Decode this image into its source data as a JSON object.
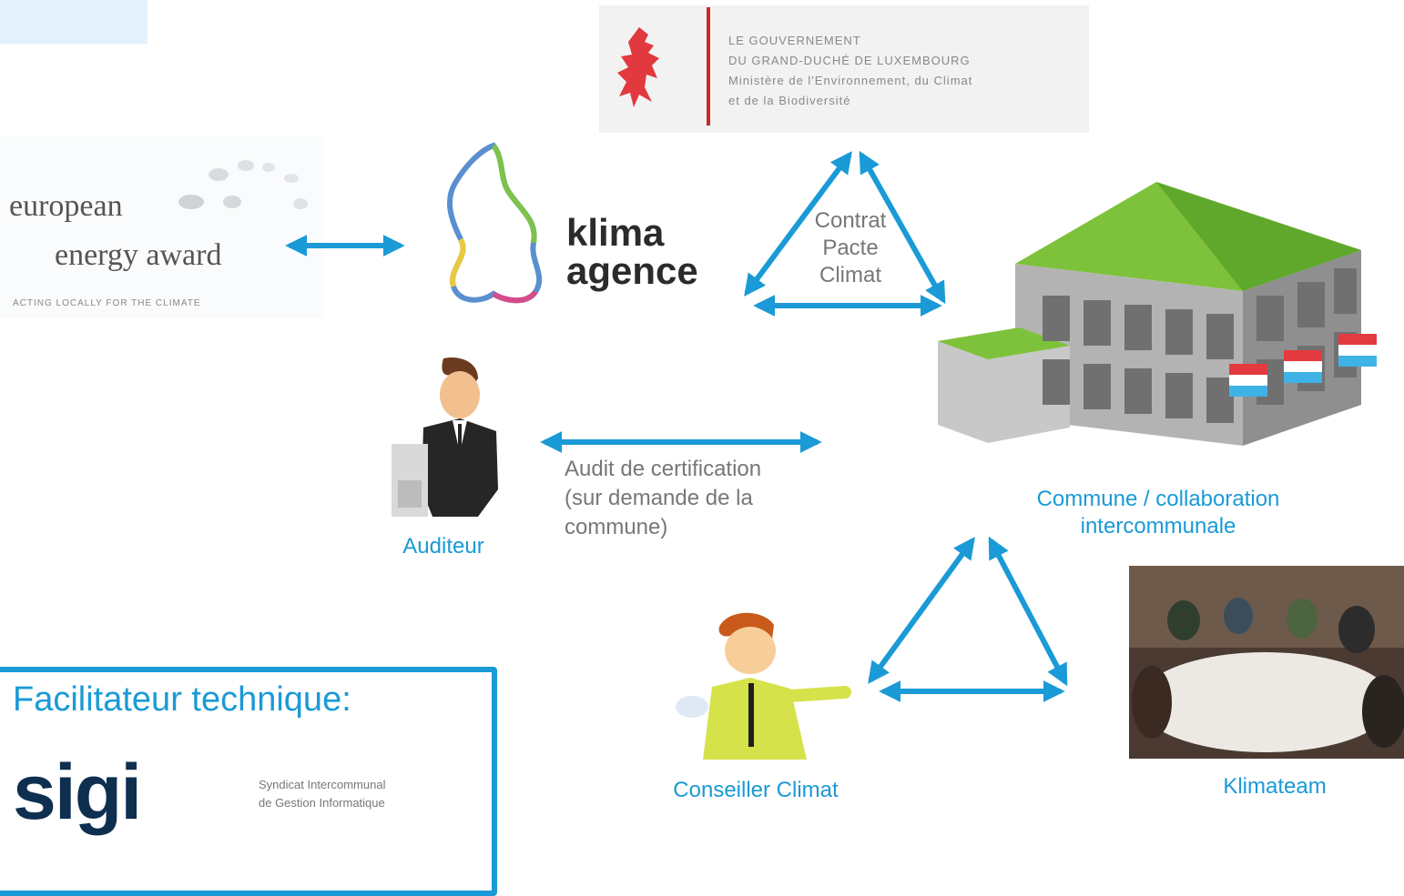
{
  "logos": {
    "eea": {
      "line1": "european",
      "line2": "energy award",
      "tagline": "ACTING LOCALLY FOR THE CLIMATE"
    },
    "gov": {
      "line1": "LE GOUVERNEMENT",
      "line2": "DU GRAND-DUCHÉ DE LUXEMBOURG",
      "line3": "Ministère de l'Environnement, du Climat",
      "line4": "et de la Biodiversité"
    },
    "klima": {
      "line1": "klima",
      "line2": "agence"
    },
    "sigi": {
      "name": "sigi",
      "line1": "Syndicat Intercommunal",
      "line2": "de Gestion Informatique"
    }
  },
  "labels": {
    "contract": [
      "Contrat",
      "Pacte",
      "Climat"
    ],
    "audit": [
      "Audit de certification",
      "(sur demande de la",
      "commune)"
    ],
    "auditeur": "Auditeur",
    "commune": [
      "Commune / collaboration",
      "intercommunale"
    ],
    "conseiller": "Conseiller Climat",
    "klimateam": "Klimateam",
    "facilitator": "Facilitateur technique:"
  },
  "colors": {
    "accent": "#1a9ad6",
    "gray_text": "#777777",
    "roof": "#7dc23a",
    "building": "#a9a9a9"
  }
}
